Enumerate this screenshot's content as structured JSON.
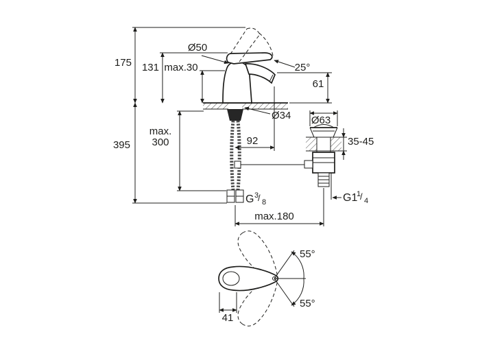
{
  "drawing": {
    "background": "#ffffff",
    "line_color": "#1d1d1b",
    "labels": {
      "total_height": "175",
      "body_height": "131",
      "deck_thickness": "max.30",
      "body_diameter": "Ø50",
      "spout_angle": "25°",
      "spout_height": "61",
      "hole_diameter": "Ø34",
      "waste_flange_diameter": "Ø63",
      "hose_length_line1": "max.",
      "hose_length_line2": "300",
      "total_depth": "395",
      "spout_projection": "92",
      "waste_deck_thickness": "35-45",
      "supply_thread": {
        "prefix": "G",
        "numerator": "3",
        "slash": "/",
        "denominator": "8"
      },
      "waste_thread": {
        "prefix": "G1",
        "numerator": "1",
        "slash": "/",
        "denominator": "4"
      },
      "rod_reach": "max.180",
      "swivel_angle_top": "55°",
      "swivel_angle_bottom": "55°",
      "lever_width": "41"
    }
  }
}
